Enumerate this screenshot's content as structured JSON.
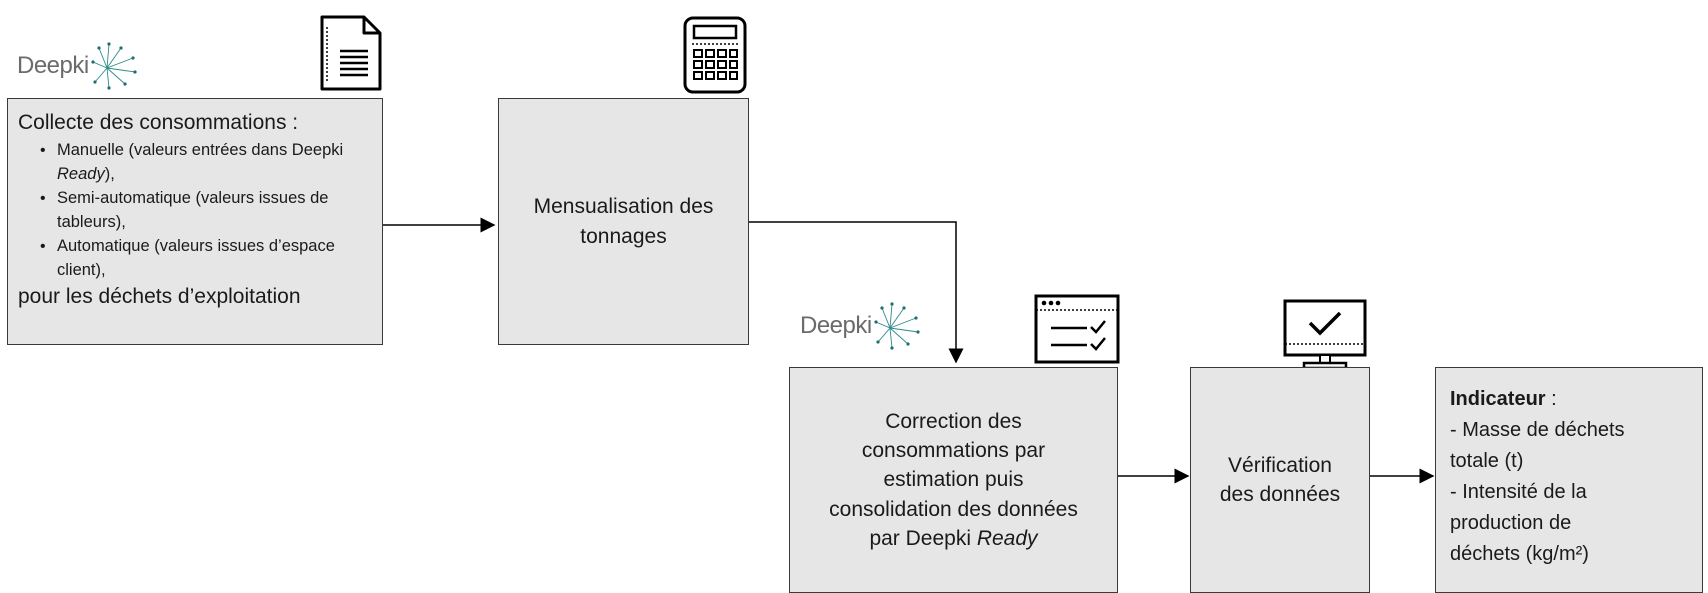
{
  "logos": [
    {
      "text": "Deepki"
    },
    {
      "text": "Deepki"
    }
  ],
  "icons": [
    "document-icon",
    "calculator-icon",
    "checklist-window-icon",
    "monitor-check-icon"
  ],
  "steps": {
    "collecte": {
      "title": "Collecte des consommations :",
      "items": [
        {
          "prefix": "Manuelle (valeurs entrées dans Deepki ",
          "italic": "Ready",
          "suffix": "),"
        },
        {
          "prefix": "Semi-automatique (valeurs issues de tableurs),",
          "italic": "",
          "suffix": ""
        },
        {
          "prefix": "Automatique (valeurs issues d’espace client),",
          "italic": "",
          "suffix": ""
        }
      ],
      "footer": "pour les déchets d’exploitation"
    },
    "mensualisation": {
      "line1": "Mensualisation des",
      "line2": "tonnages"
    },
    "correction": {
      "line1": "Correction des",
      "line2": "consommations par",
      "line3": "estimation puis",
      "line4": "consolidation des données",
      "line5_prefix": "par Deepki ",
      "line5_italic": "Ready"
    },
    "verification": {
      "line1": "Vérification",
      "line2": "des données"
    },
    "indicateur": {
      "title": "Indicateur",
      "title_suffix": " :",
      "lines": [
        "- Masse de déchets",
        "totale (t)",
        "- Intensité de la",
        "production de",
        "déchets (kg/m²)"
      ]
    }
  },
  "colors": {
    "box_fill": "#e6e6e6",
    "box_border": "#3a3a3a",
    "logo_text": "#6b6b6b",
    "logo_star": "#2b8a8a"
  }
}
